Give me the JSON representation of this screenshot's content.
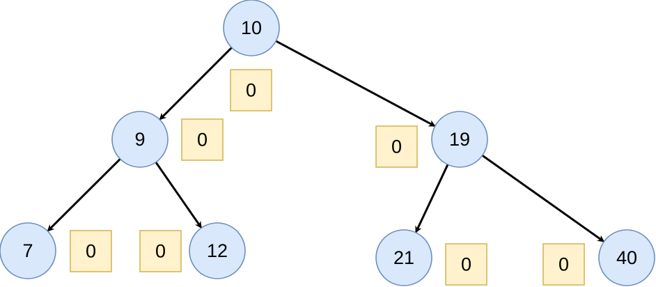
{
  "tree": {
    "nodes": [
      {
        "id": "n10",
        "label": "10"
      },
      {
        "id": "n9",
        "label": "9"
      },
      {
        "id": "n19",
        "label": "19"
      },
      {
        "id": "n7",
        "label": "7"
      },
      {
        "id": "n12",
        "label": "12"
      },
      {
        "id": "n21",
        "label": "21"
      },
      {
        "id": "n40",
        "label": "40"
      }
    ],
    "edges": [
      {
        "from": "n10",
        "to": "n9"
      },
      {
        "from": "n10",
        "to": "n19"
      },
      {
        "from": "n9",
        "to": "n7"
      },
      {
        "from": "n9",
        "to": "n12"
      },
      {
        "from": "n19",
        "to": "n21"
      },
      {
        "from": "n19",
        "to": "n40"
      }
    ],
    "badges": [
      {
        "id": "b10",
        "label": "0"
      },
      {
        "id": "b9",
        "label": "0"
      },
      {
        "id": "b19",
        "label": "0"
      },
      {
        "id": "b7",
        "label": "0"
      },
      {
        "id": "b12",
        "label": "0"
      },
      {
        "id": "b21",
        "label": "0"
      },
      {
        "id": "b40",
        "label": "0"
      }
    ]
  },
  "colors": {
    "node_fill": "#dae8fc",
    "node_stroke": "#6c8ebf",
    "badge_fill": "#fff2cc",
    "badge_stroke": "#d6b656",
    "edge": "#000000"
  }
}
